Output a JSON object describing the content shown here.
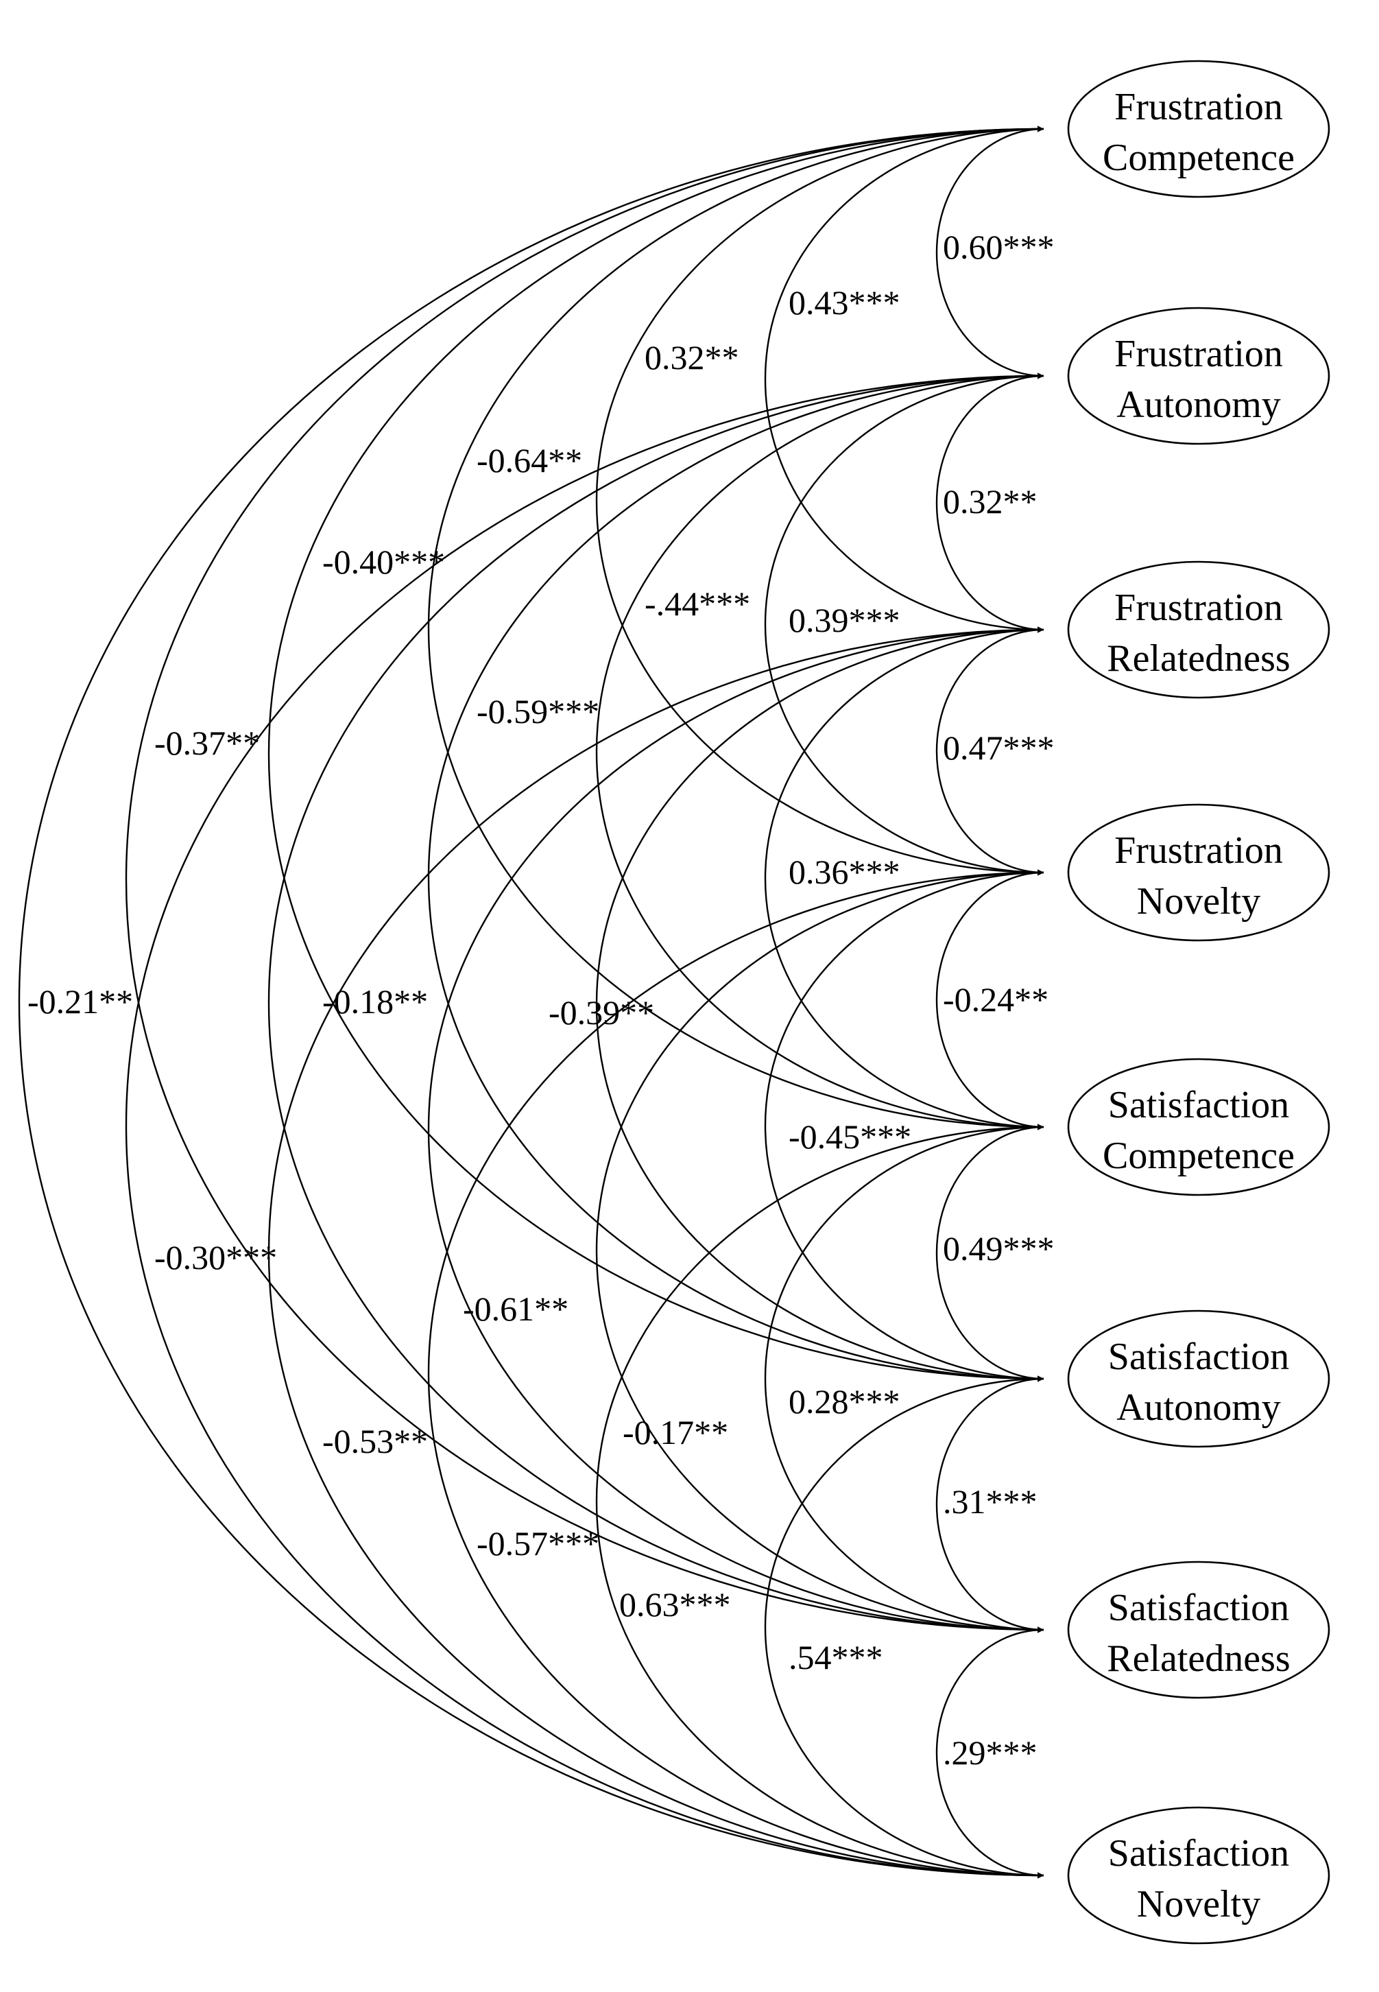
{
  "diagram": {
    "type": "correlation-path-diagram",
    "nodes": [
      {
        "id": "fc",
        "line1": "Frustration",
        "line2": "Competence"
      },
      {
        "id": "fa",
        "line1": "Frustration",
        "line2": "Autonomy"
      },
      {
        "id": "fr",
        "line1": "Frustration",
        "line2": "Relatedness"
      },
      {
        "id": "fn",
        "line1": "Frustration",
        "line2": "Novelty"
      },
      {
        "id": "sc",
        "line1": "Satisfaction",
        "line2": "Competence"
      },
      {
        "id": "sa",
        "line1": "Satisfaction",
        "line2": "Autonomy"
      },
      {
        "id": "sr",
        "line1": "Satisfaction",
        "line2": "Relatedness"
      },
      {
        "id": "sn",
        "line1": "Satisfaction",
        "line2": "Novelty"
      }
    ],
    "correlations": [
      {
        "from": 0,
        "to": 1,
        "label": "0.60***"
      },
      {
        "from": 1,
        "to": 2,
        "label": "0.32**"
      },
      {
        "from": 2,
        "to": 3,
        "label": "0.47***"
      },
      {
        "from": 3,
        "to": 4,
        "label": "-0.24**"
      },
      {
        "from": 4,
        "to": 5,
        "label": "0.49***"
      },
      {
        "from": 5,
        "to": 6,
        "label": ".31***"
      },
      {
        "from": 6,
        "to": 7,
        "label": ".29***"
      },
      {
        "from": 0,
        "to": 2,
        "label": "0.43***"
      },
      {
        "from": 1,
        "to": 3,
        "label": "0.39***"
      },
      {
        "from": 2,
        "to": 4,
        "label": "0.36***"
      },
      {
        "from": 3,
        "to": 5,
        "label": "-0.45***"
      },
      {
        "from": 4,
        "to": 6,
        "label": "0.28***"
      },
      {
        "from": 5,
        "to": 7,
        "label": ".54***"
      },
      {
        "from": 0,
        "to": 3,
        "label": "0.32**"
      },
      {
        "from": 1,
        "to": 4,
        "label": "-.44***"
      },
      {
        "from": 2,
        "to": 5,
        "label": "-0.39**"
      },
      {
        "from": 3,
        "to": 6,
        "label": "-0.17**"
      },
      {
        "from": 4,
        "to": 7,
        "label": "0.63***"
      },
      {
        "from": 0,
        "to": 4,
        "label": "-0.64**"
      },
      {
        "from": 1,
        "to": 5,
        "label": "-0.59***"
      },
      {
        "from": 2,
        "to": 6,
        "label": "-0.61**"
      },
      {
        "from": 3,
        "to": 7,
        "label": "-0.57***"
      },
      {
        "from": 0,
        "to": 5,
        "label": "-0.40***"
      },
      {
        "from": 1,
        "to": 6,
        "label": "-0.18**"
      },
      {
        "from": 2,
        "to": 7,
        "label": "-0.53**"
      },
      {
        "from": 0,
        "to": 6,
        "label": "-0.37**"
      },
      {
        "from": 1,
        "to": 7,
        "label": "-0.30***"
      },
      {
        "from": 0,
        "to": 7,
        "label": "-0.21**"
      }
    ]
  }
}
